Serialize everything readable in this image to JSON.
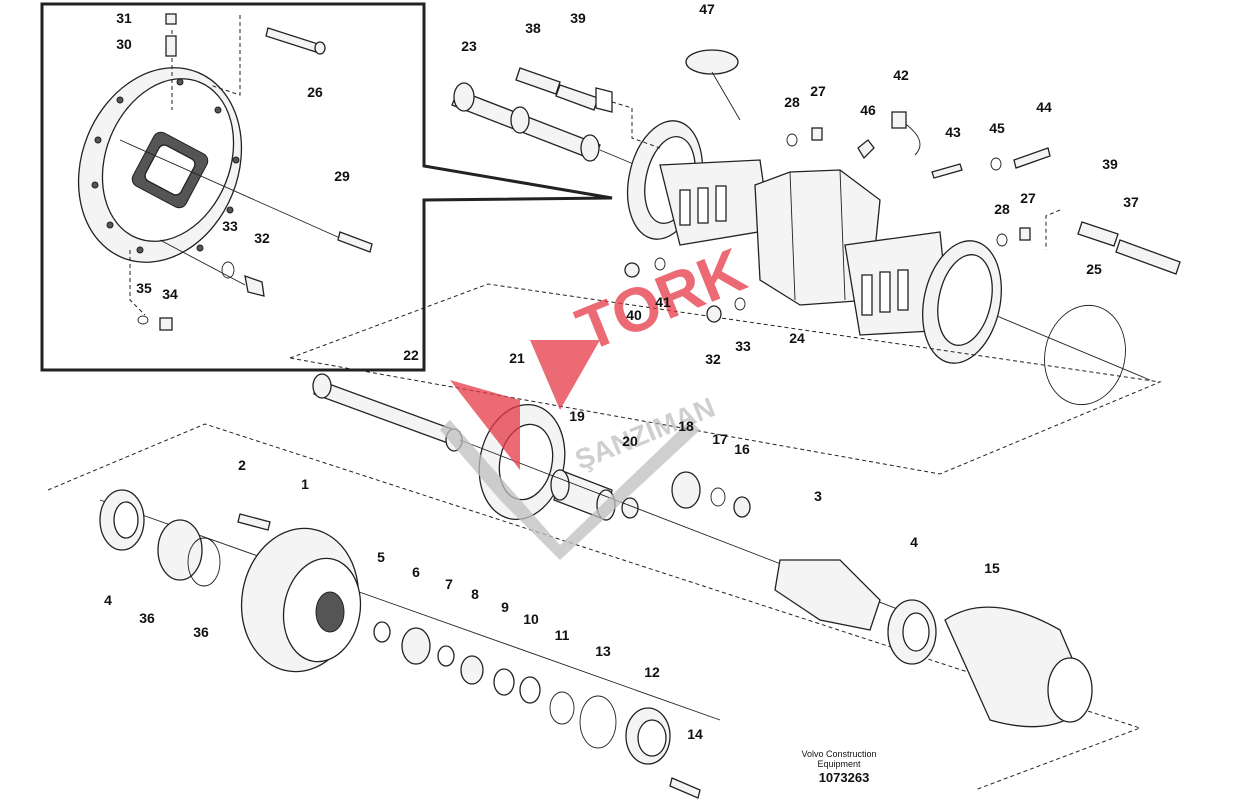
{
  "parts": [
    {
      "num": "1"
    },
    {
      "num": "2"
    },
    {
      "num": "3"
    },
    {
      "num": "4"
    },
    {
      "num": "4"
    },
    {
      "num": "5"
    },
    {
      "num": "6"
    },
    {
      "num": "7"
    },
    {
      "num": "8"
    },
    {
      "num": "9"
    },
    {
      "num": "10"
    },
    {
      "num": "11"
    },
    {
      "num": "12"
    },
    {
      "num": "13"
    },
    {
      "num": "14"
    },
    {
      "num": "15"
    },
    {
      "num": "16"
    },
    {
      "num": "17"
    },
    {
      "num": "18"
    },
    {
      "num": "19"
    },
    {
      "num": "20"
    },
    {
      "num": "21"
    },
    {
      "num": "22"
    },
    {
      "num": "23"
    },
    {
      "num": "24"
    },
    {
      "num": "25"
    },
    {
      "num": "26"
    },
    {
      "num": "27"
    },
    {
      "num": "27"
    },
    {
      "num": "28"
    },
    {
      "num": "28"
    },
    {
      "num": "29"
    },
    {
      "num": "30"
    },
    {
      "num": "31"
    },
    {
      "num": "32"
    },
    {
      "num": "32"
    },
    {
      "num": "33"
    },
    {
      "num": "33"
    },
    {
      "num": "34"
    },
    {
      "num": "35"
    },
    {
      "num": "36"
    },
    {
      "num": "36"
    },
    {
      "num": "37"
    },
    {
      "num": "38"
    },
    {
      "num": "39"
    },
    {
      "num": "39"
    },
    {
      "num": "40"
    },
    {
      "num": "41"
    },
    {
      "num": "42"
    },
    {
      "num": "43"
    },
    {
      "num": "44"
    },
    {
      "num": "45"
    },
    {
      "num": "46"
    },
    {
      "num": "47"
    }
  ],
  "caption": {
    "line1": "Volvo Construction",
    "line2": "Equipment",
    "drawing_number": "1073263"
  },
  "watermark": {
    "brand": "TORK",
    "sub": "ŞANZIMAN",
    "color": "#e53945",
    "grey": "#bfbfbf"
  }
}
